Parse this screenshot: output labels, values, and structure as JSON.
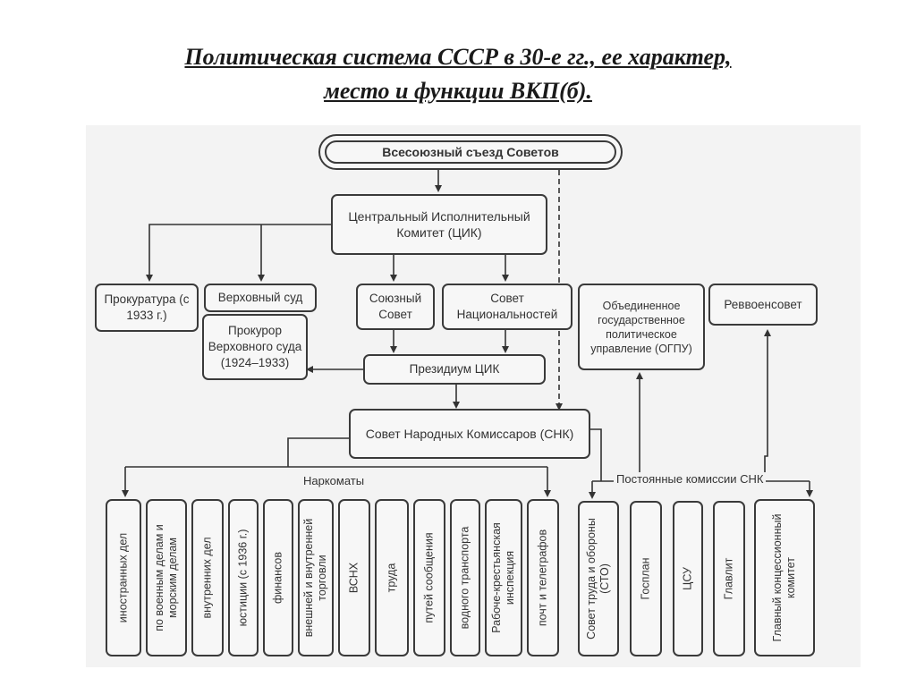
{
  "title": {
    "line1": "Политическая система СССР в 30-е гг., ее характер,",
    "line2": "место и функции ВКП(б)."
  },
  "diagram": {
    "congress": "Всесоюзный съезд Советов",
    "cik": "Центральный Исполнительный Комитет (ЦИК)",
    "prokuratura": "Прокуратура (с 1933 г.)",
    "supreme_court": "Верховный суд",
    "supreme_prosecutor": "Прокурор Верховного суда (1924–1933)",
    "union_council": "Союзный Совет",
    "nationalities_council": "Совет Национальностей",
    "ogpu": "Объединенное государственное политическое управление (ОГПУ)",
    "revvoensovet": "Реввоенсовет",
    "presidium": "Президиум ЦИК",
    "snk": "Совет Народных Комиссаров (СНК)",
    "narkomats_label": "Наркоматы",
    "commissions_label": "Постоянные комиссии СНК",
    "narkomats": [
      "иностранных дел",
      "по военным делам и морским делам",
      "внутренних дел",
      "юстиции (с 1936 г.)",
      "финансов",
      "внешней и внутренней торговли",
      "ВСНХ",
      "труда",
      "путей сообщения",
      "водного транспорта",
      "Рабоче-крестьянская инспекция",
      "почт и телеграфов"
    ],
    "commissions": [
      "Совет труда и обороны (СТО)",
      "Госплан",
      "ЦСУ",
      "Главлит",
      "Главный концессионный комитет"
    ]
  }
}
